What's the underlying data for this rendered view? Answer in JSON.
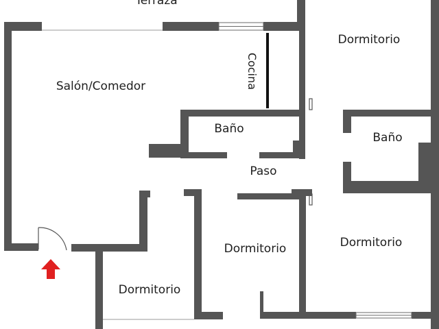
{
  "plan": {
    "rooms": {
      "terraza": "Terraza",
      "salon": "Salón/Comedor",
      "cocina": "Cocina",
      "dormitorio_top_right": "Dormitorio",
      "bano_center": "Baño",
      "bano_right": "Baño",
      "paso": "Paso",
      "dormitorio_center": "Dormitorio",
      "dormitorio_right": "Dormitorio",
      "dormitorio_bottom_left": "Dormitorio"
    },
    "colors": {
      "wall": "#555555",
      "entrance_arrow": "#e02020",
      "background": "#ffffff"
    },
    "icons": {
      "entrance": "entrance-arrow-icon"
    }
  }
}
